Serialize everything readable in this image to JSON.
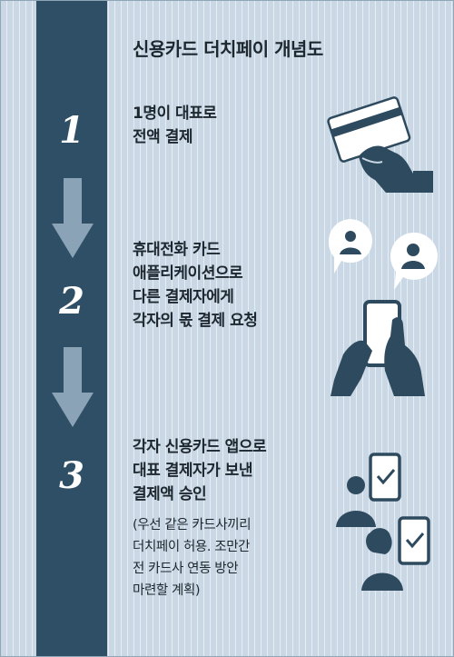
{
  "title": "신용카드 더치페이 개념도",
  "steps": [
    {
      "number": "1",
      "lines": [
        "1명이 대표로",
        "전액 결제"
      ]
    },
    {
      "number": "2",
      "lines": [
        "휴대전화 카드",
        "애플리케이션으로",
        "다른 결제자에게",
        "각자의 몫 결제 요청"
      ]
    },
    {
      "number": "3",
      "lines": [
        "각자 신용카드 앱으로",
        "대표 결제자가 보낸",
        "결제액 승인"
      ],
      "note": [
        "(우선 같은 카드사끼리",
        "더치페이 허용. 조만간",
        "전 카드사 연동 방안",
        "마련할 계획)"
      ]
    }
  ],
  "icons": [
    "card-payment-icon",
    "phone-request-icon",
    "approval-users-icon"
  ],
  "colors": {
    "band": "#2f4f66",
    "arrow": "#8aa3b6",
    "background": "#c9d8e4",
    "icon": "#2e4a5e"
  }
}
